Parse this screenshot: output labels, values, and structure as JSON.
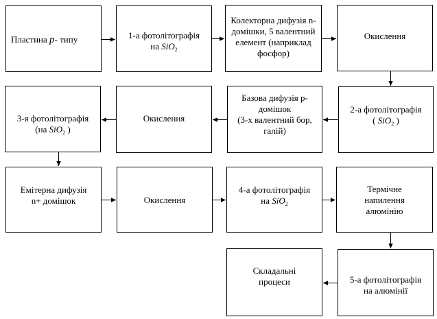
{
  "diagram": {
    "boxes": [
      {
        "id": "plate",
        "parts": [
          {
            "t": "Пластина "
          },
          {
            "t": "p",
            "style": "ital"
          },
          {
            "t": "- типу"
          }
        ]
      },
      {
        "id": "photo1",
        "lines": [
          [
            {
              "t": "1-а фотолітографія"
            }
          ],
          [
            {
              "t": "на  "
            },
            {
              "chem": "SiO",
              "sub": "2"
            }
          ]
        ]
      },
      {
        "id": "collector",
        "lines": [
          [
            {
              "t": "Колекторна дифузія n-"
            }
          ],
          [
            {
              "t": "домішки, 5 валентний"
            }
          ],
          [
            {
              "t": "елемент (наприклад"
            }
          ],
          [
            {
              "t": "фосфор)"
            }
          ]
        ]
      },
      {
        "id": "ox1",
        "lines": [
          [
            {
              "t": "Окислення"
            }
          ]
        ]
      },
      {
        "id": "photo2",
        "lines": [
          [
            {
              "t": "2-а фотолітографія"
            }
          ],
          [
            {
              "t": "( "
            },
            {
              "chem": "SiO",
              "sub": "2"
            },
            {
              "t": " )"
            }
          ]
        ]
      },
      {
        "id": "base",
        "lines": [
          [
            {
              "t": "Базова дифузія р-"
            }
          ],
          [
            {
              "t": "домішок"
            }
          ],
          [
            {
              "t": "(3-х валентний бор,"
            }
          ],
          [
            {
              "t": "галій)"
            }
          ]
        ]
      },
      {
        "id": "ox2",
        "lines": [
          [
            {
              "t": "Окислення"
            }
          ]
        ]
      },
      {
        "id": "photo3",
        "lines": [
          [
            {
              "t": "3-я фотолітографія"
            }
          ],
          [
            {
              "t": "(на "
            },
            {
              "chem": "SiO",
              "sub": "2"
            },
            {
              "t": " )"
            }
          ]
        ]
      },
      {
        "id": "emitter",
        "lines": [
          [
            {
              "t": "Емітерна дифузія"
            }
          ],
          [
            {
              "t": "n+ домішок"
            }
          ]
        ]
      },
      {
        "id": "ox3",
        "lines": [
          [
            {
              "t": "Окислення"
            }
          ]
        ]
      },
      {
        "id": "photo4",
        "lines": [
          [
            {
              "t": "4-а фотолітографія"
            }
          ],
          [
            {
              "t": "на  "
            },
            {
              "chem": "SiO",
              "sub": "2"
            }
          ]
        ]
      },
      {
        "id": "alu",
        "lines": [
          [
            {
              "t": "Термічне"
            }
          ],
          [
            {
              "t": "напилення"
            }
          ],
          [
            {
              "t": "алюмінію"
            }
          ]
        ]
      },
      {
        "id": "photo5",
        "lines": [
          [
            {
              "t": "5-а фотолітографія"
            }
          ],
          [
            {
              "t": "на алюмінії"
            }
          ]
        ]
      },
      {
        "id": "assembly",
        "lines": [
          [
            {
              "t": "Складальні"
            }
          ],
          [
            {
              "t": "процеси"
            }
          ]
        ]
      }
    ],
    "edges": [
      [
        "plate",
        "photo1"
      ],
      [
        "photo1",
        "collector"
      ],
      [
        "collector",
        "ox1"
      ],
      [
        "ox1",
        "photo2"
      ],
      [
        "photo2",
        "base"
      ],
      [
        "base",
        "ox2"
      ],
      [
        "ox2",
        "photo3"
      ],
      [
        "photo3",
        "emitter"
      ],
      [
        "emitter",
        "ox3"
      ],
      [
        "ox3",
        "photo4"
      ],
      [
        "photo4",
        "alu"
      ],
      [
        "alu",
        "photo5"
      ],
      [
        "photo5",
        "assembly"
      ]
    ]
  }
}
